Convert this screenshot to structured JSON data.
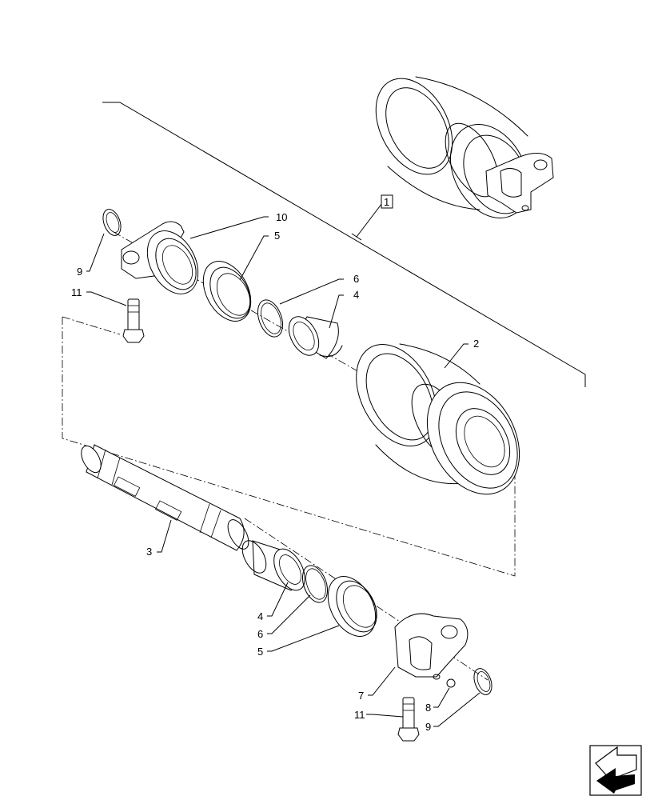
{
  "callouts": {
    "c1": "1",
    "c2": "2",
    "c3": "3",
    "c4a": "4",
    "c4b": "4",
    "c5a": "5",
    "c5b": "5",
    "c6a": "6",
    "c6b": "6",
    "c7": "7",
    "c8": "8",
    "c9a": "9",
    "c9b": "9",
    "c10": "10",
    "c11a": "11",
    "c11b": "11"
  },
  "nav_icon": "arrow-previous-page-icon"
}
